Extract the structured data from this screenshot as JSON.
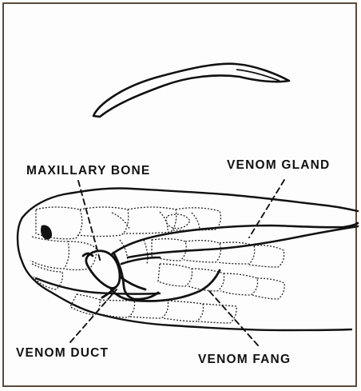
{
  "labels": {
    "maxillary_bone": "MAXILLARY BONE",
    "venom_gland": "VENOM GLAND",
    "venom_duct": "VENOM DUCT",
    "venom_fang": "VENOM FANG"
  }
}
